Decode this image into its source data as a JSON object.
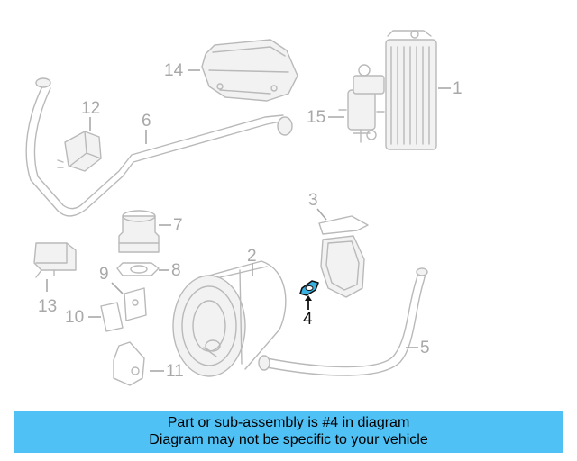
{
  "callouts": {
    "c1": "1",
    "c2": "2",
    "c3": "3",
    "c4": "4",
    "c5": "5",
    "c6": "6",
    "c7": "7",
    "c8": "8",
    "c9": "9",
    "c10": "10",
    "c11": "11",
    "c12": "12",
    "c13": "13",
    "c14": "14",
    "c15": "15"
  },
  "highlighted_part": "4",
  "colors": {
    "highlight_part": "#3ab0e0",
    "banner_background": "#4fc1f5",
    "ghost_parts": "#b9b9b9"
  },
  "banner": {
    "line1": "Part or sub-assembly is #4 in diagram",
    "line2": "Diagram may not be specific to your vehicle"
  }
}
